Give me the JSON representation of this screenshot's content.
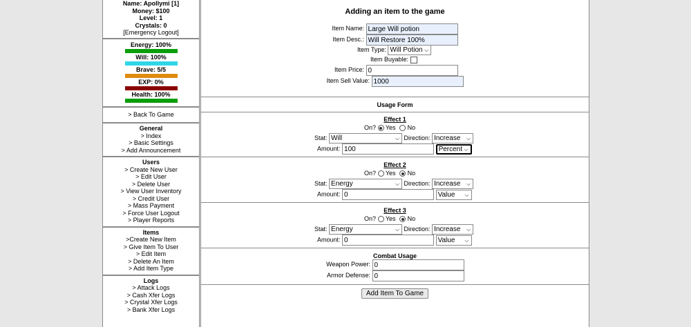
{
  "sidebar": {
    "user": {
      "name": "Name: Apollymi [1]",
      "money": "Money: $100",
      "level": "Level: 1",
      "crystals": "Crystals: 0",
      "logout": "[Emergency Logout]"
    },
    "bars": [
      {
        "label": "Energy: 100%",
        "color": "#0a9e0a",
        "percent": 100
      },
      {
        "label": "Will: 100%",
        "color": "#2fd6e8",
        "percent": 100
      },
      {
        "label": "Brave: 5/5",
        "color": "#e08a10",
        "percent": 100
      },
      {
        "label": "EXP: 0%",
        "color": "#8b0000",
        "percent": 0
      },
      {
        "label": "Health: 100%",
        "color": "#0a9e0a",
        "percent": 100
      }
    ],
    "back": "> Back To Game",
    "general": {
      "head": "General",
      "items": [
        "> Index",
        "> Basic Settings",
        "> Add Announcement"
      ]
    },
    "users": {
      "head": "Users",
      "items": [
        "> Create New User",
        "> Edit User",
        "> Delete User",
        "> View User Inventory",
        "> Credit User",
        "> Mass Payment",
        "> Force User Logout",
        "> Player Reports"
      ]
    },
    "items": {
      "head": "Items",
      "items": [
        ">Create New Item",
        "> Give Item To User",
        "> Edit Item",
        "> Delete An Item",
        "> Add Item Type"
      ]
    },
    "logs": {
      "head": "Logs",
      "items": [
        "> Attack Logs",
        "> Cash Xfer Logs",
        "> Crystal Xfer Logs",
        "> Bank Xfer Logs"
      ]
    }
  },
  "form": {
    "title": "Adding an item to the game",
    "item_name_label": "Item Name:",
    "item_name_value": "Large Will potion",
    "item_desc_label": "Item Desc.:",
    "item_desc_value": "Will Restore 100%",
    "item_type_label": "Item Type:",
    "item_type_value": "Will Potion",
    "buyable_label": "Item Buyable:",
    "price_label": "Item Price:",
    "price_value": "0",
    "sell_label": "Item Sell Value:",
    "sell_value": "1000",
    "usage_title": "Usage Form",
    "effects": [
      {
        "title": "Effect 1",
        "on_label": "On?",
        "yes": "Yes",
        "no": "No",
        "on": true,
        "stat_label": "Stat:",
        "stat": "Will",
        "dir_label": "Direction:",
        "direction": "Increase",
        "amount_label": "Amount:",
        "amount": "100",
        "unit": "Percent"
      },
      {
        "title": "Effect 2",
        "on_label": "On?",
        "yes": "Yes",
        "no": "No",
        "on": false,
        "stat_label": "Stat:",
        "stat": "Energy",
        "dir_label": "Direction:",
        "direction": "Increase",
        "amount_label": "Amount:",
        "amount": "0",
        "unit": "Value"
      },
      {
        "title": "Effect 3",
        "on_label": "On?",
        "yes": "Yes",
        "no": "No",
        "on": false,
        "stat_label": "Stat:",
        "stat": "Energy",
        "dir_label": "Direction:",
        "direction": "Increase",
        "amount_label": "Amount:",
        "amount": "0",
        "unit": "Value"
      }
    ],
    "combat_title": "Combat Usage",
    "weapon_label": "Weapon Power:",
    "weapon_value": "0",
    "armor_label": "Armor Defense:",
    "armor_value": "0",
    "submit": "Add Item To Game"
  }
}
